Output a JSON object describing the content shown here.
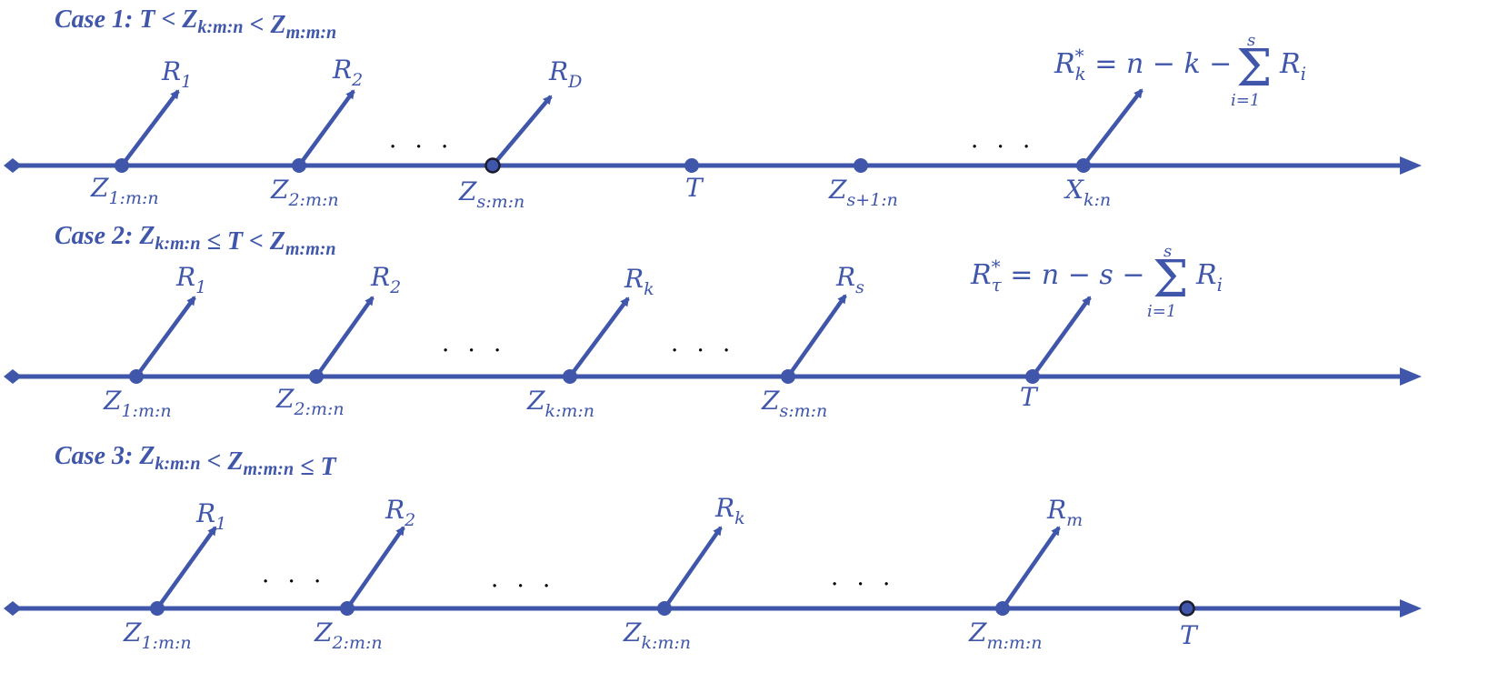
{
  "colors": {
    "line": "#3f56aa",
    "text": "#3f56aa",
    "hollow_marker_outline": "#1b1b2e"
  },
  "cases": [
    {
      "id": "case1",
      "title": {
        "label": "Case 1:",
        "cond": [
          {
            "t": "T",
            "it": true
          },
          {
            "t": " < "
          },
          {
            "t": "Z",
            "it": true
          },
          {
            "t": "k:m:n",
            "sub": true,
            "it": true
          },
          {
            "t": " < "
          },
          {
            "t": "Z",
            "it": true
          },
          {
            "t": "m:m:n",
            "sub": true,
            "it": true
          }
        ]
      },
      "points": [
        {
          "label": "Z",
          "sub": "1:m:n",
          "arrow": "R",
          "arrow_sub": "1"
        },
        {
          "label": "Z",
          "sub": "2:m:n",
          "arrow": "R",
          "arrow_sub": "2"
        },
        {
          "label": "Z",
          "sub": "s:m:n",
          "arrow": "R",
          "arrow_sub": "D",
          "hollow": true
        },
        {
          "label": "T",
          "sub": ""
        },
        {
          "label": "Z",
          "sub": "s+1:n"
        },
        {
          "label": "X",
          "sub": "k:n",
          "arrow_formula": true
        }
      ],
      "formula": {
        "lhs": "R",
        "lhs_sub": "k",
        "lhs_sup": "*",
        "rhs": "= n − k −",
        "sum_top": "s",
        "sum_bottom": "i=1",
        "sum_term": "R",
        "sum_term_sub": "i"
      }
    },
    {
      "id": "case2",
      "title": {
        "label": "Case 2:",
        "cond": [
          {
            "t": "Z",
            "it": true
          },
          {
            "t": "k:m:n",
            "sub": true,
            "it": true
          },
          {
            "t": " ≤ "
          },
          {
            "t": "T",
            "it": true
          },
          {
            "t": " < "
          },
          {
            "t": "Z",
            "it": true
          },
          {
            "t": "m:m:n",
            "sub": true,
            "it": true
          }
        ]
      },
      "points": [
        {
          "label": "Z",
          "sub": "1:m:n",
          "arrow": "R",
          "arrow_sub": "1"
        },
        {
          "label": "Z",
          "sub": "2:m:n",
          "arrow": "R",
          "arrow_sub": "2"
        },
        {
          "label": "Z",
          "sub": "k:m:n",
          "arrow": "R",
          "arrow_sub": "k"
        },
        {
          "label": "Z",
          "sub": "s:m:n",
          "arrow": "R",
          "arrow_sub": "s"
        },
        {
          "label": "T",
          "sub": "",
          "arrow_formula": true
        }
      ],
      "formula": {
        "lhs": "R",
        "lhs_sub": "τ",
        "lhs_sup": "*",
        "rhs": "= n − s −",
        "sum_top": "s",
        "sum_bottom": "i=1",
        "sum_term": "R",
        "sum_term_sub": "i"
      }
    },
    {
      "id": "case3",
      "title": {
        "label": "Case 3:",
        "cond": [
          {
            "t": "Z",
            "it": true
          },
          {
            "t": "k:m:n",
            "sub": true,
            "it": true
          },
          {
            "t": " < "
          },
          {
            "t": "Z",
            "it": true
          },
          {
            "t": "m:m:n",
            "sub": true,
            "it": true
          },
          {
            "t": " ≤ "
          },
          {
            "t": "T",
            "it": true
          }
        ]
      },
      "points": [
        {
          "label": "Z",
          "sub": "1:m:n",
          "arrow": "R",
          "arrow_sub": "1"
        },
        {
          "label": "Z",
          "sub": "2:m:n",
          "arrow": "R",
          "arrow_sub": "2"
        },
        {
          "label": "Z",
          "sub": "k:m:n",
          "arrow": "R",
          "arrow_sub": "k"
        },
        {
          "label": "Z",
          "sub": "m:m:n",
          "arrow": "R",
          "arrow_sub": "m"
        },
        {
          "label": "T",
          "sub": "",
          "hollow": true
        }
      ],
      "formula": null
    }
  ],
  "ellipsis": ". . ."
}
